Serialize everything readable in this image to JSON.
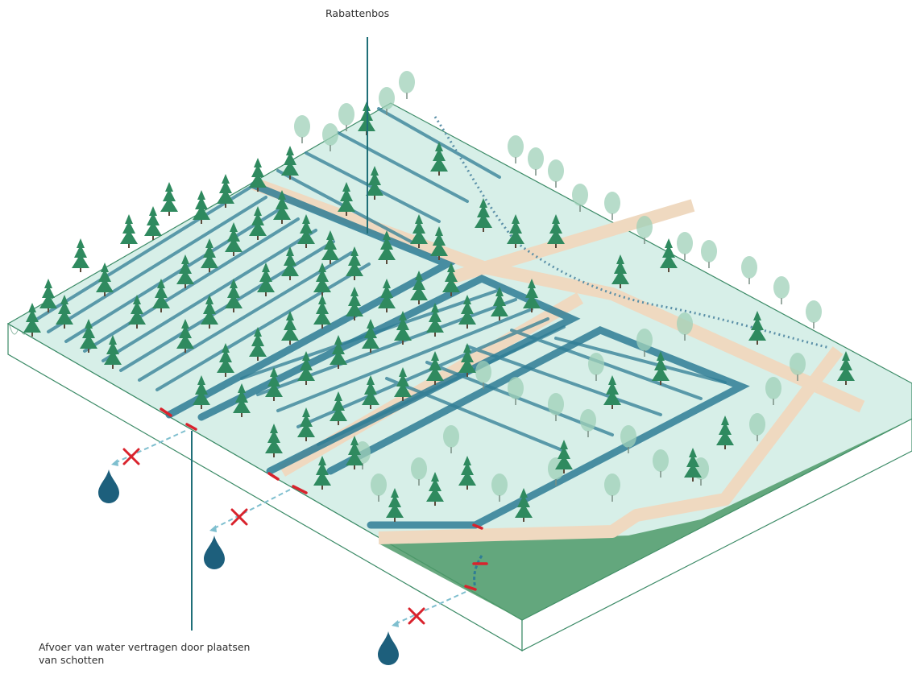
{
  "labels": {
    "top": "Rabattenbos",
    "bottom_line1": "Afvoer van water vertragen door plaatsen",
    "bottom_line2": "van schotten"
  },
  "colors": {
    "pointer_line": "#1f6f78",
    "drainage_ditch": "#2f7d95",
    "forest_floor": "#d7efe8",
    "path": "#efd9c0",
    "spruce": "#2f8a5f",
    "spruce_faded": "#9fd0b8",
    "grass": "#4f9a6a",
    "block_side": "#ffffff",
    "block_edge": "#3b8a66",
    "weir_mark": "#d9232d",
    "blocked_flow": "#d9232d",
    "water_drop": "#1d5f7c",
    "outflow_dashed": "#7fbfcf"
  },
  "icons": {
    "outflow": "water-drop-icon",
    "blocked": "cross-icon",
    "weir": "weir-mark"
  }
}
